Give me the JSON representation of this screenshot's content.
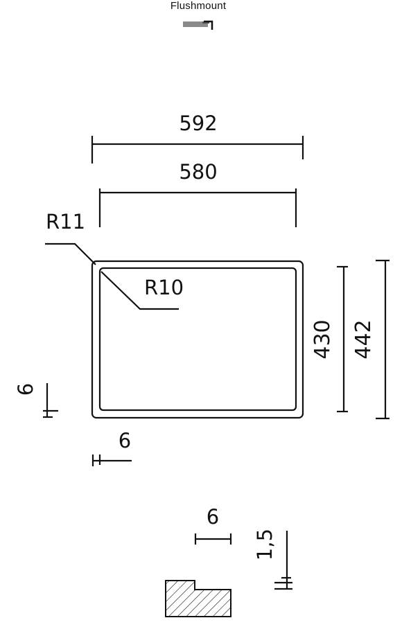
{
  "header": {
    "mount_type": "Flushmount"
  },
  "dimensions": {
    "outer_width": "592",
    "inner_width": "580",
    "inner_height": "430",
    "outer_height": "442",
    "outer_radius": "R11",
    "inner_radius": "R10",
    "side_rim": "6",
    "bottom_rim": "6",
    "profile_width": "6",
    "profile_height": "1,5"
  },
  "icons": {
    "mount_icon": "flushmount-profile-icon"
  }
}
